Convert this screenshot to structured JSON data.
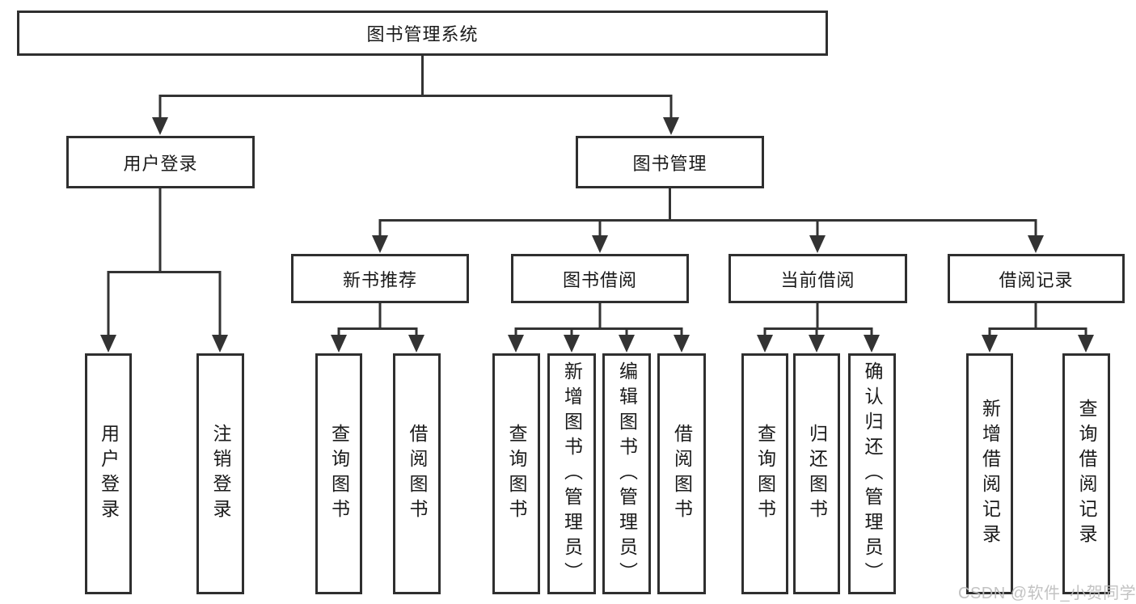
{
  "tree": {
    "root": {
      "label": "图书管理系统"
    },
    "branches": [
      {
        "label": "用户登录",
        "children": [
          {
            "label": "用户登录"
          },
          {
            "label": "注销登录"
          }
        ]
      },
      {
        "label": "图书管理",
        "sections": [
          {
            "label": "新书推荐",
            "children": [
              {
                "label": "查询图书"
              },
              {
                "label": "借阅图书"
              }
            ]
          },
          {
            "label": "图书借阅",
            "children": [
              {
                "label": "查询图书"
              },
              {
                "label": "新增图书（管理员）"
              },
              {
                "label": "编辑图书（管理员）"
              },
              {
                "label": "借阅图书"
              }
            ]
          },
          {
            "label": "当前借阅",
            "children": [
              {
                "label": "查询图书"
              },
              {
                "label": "归还图书"
              },
              {
                "label": "确认归还（管理员）"
              }
            ]
          },
          {
            "label": "借阅记录",
            "children": [
              {
                "label": "新增借阅记录"
              },
              {
                "label": "查询借阅记录"
              }
            ]
          }
        ]
      }
    ]
  },
  "watermark": {
    "text": "CSDN @软件_小贺同学"
  },
  "colors": {
    "line": "#333333",
    "box_border": "#2f2f2f",
    "text": "#1a1a1a",
    "background": "#ffffff",
    "watermark": "#bdbdbd"
  }
}
